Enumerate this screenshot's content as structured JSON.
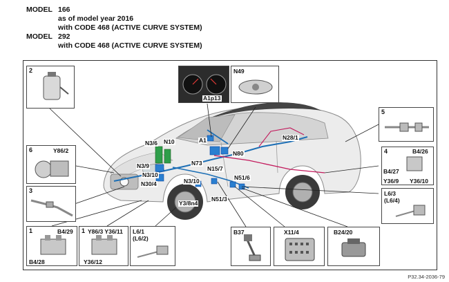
{
  "header": {
    "line1_key": "MODEL",
    "line1_val": "166",
    "line2": "as of model year 2016",
    "line3": "with CODE 468 (ACTIVE CURVE SYSTEM)",
    "line4_key": "MODEL",
    "line4_val": "292",
    "line5": "with CODE 468 (ACTIVE CURVE SYSTEM)"
  },
  "boxes": {
    "b2": "2",
    "b6": "6",
    "b6_part": "Y86/2",
    "b3": "3",
    "b1a": "1",
    "b1a_top": "B4/29",
    "b1a_bot": "B4/28",
    "b1b": "1",
    "b1b_top": "Y86/3  Y36/11",
    "b1b_bot": "Y36/12",
    "l61": "L6/1\n(L6/2)",
    "a1p13": "A1p13",
    "n49": "N49",
    "b5": "5",
    "b4": "4",
    "b4_tr": "B4/26",
    "b4_ml": "B4/27",
    "b4_bl": "Y36/9",
    "b4_br": "Y36/10",
    "l63": "L6/3\n(L6/4)",
    "b37": "B37",
    "x114": "X11/4",
    "b2420": "B24/20"
  },
  "car_labels": {
    "n36": "N3/6",
    "n10": "N10",
    "a1": "A1",
    "n281": "N28/1",
    "n39": "N3/9",
    "n310a": "N3/10",
    "n304": "N30/4",
    "n73": "N73",
    "n80": "N80",
    "n157": "N15/7",
    "n516": "N51/6",
    "n310b": "N3/10",
    "y38n4": "Y3/8n4",
    "n513": "N51/3"
  },
  "footer": "P32.34-2036-79",
  "colors": {
    "body": "#e9e9e9",
    "wire_blue": "#1d6fb5",
    "wire_pink": "#c2185b",
    "module_green": "#2e9e4a",
    "module_blue": "#2a7fd0"
  }
}
